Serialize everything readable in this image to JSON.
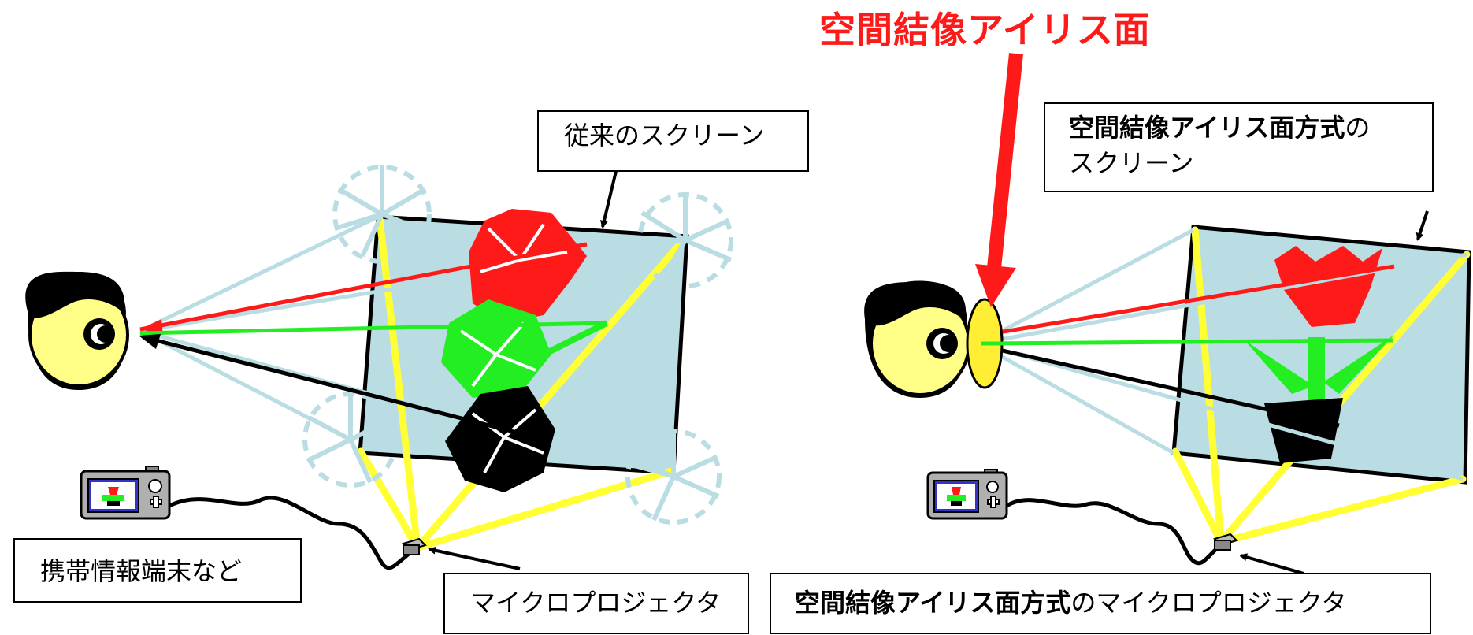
{
  "title": "空間結像アイリス面",
  "left_panel": {
    "screen_label": "従来のスクリーン",
    "device_label": "携帯情報端末など",
    "projector_label": "マイクロプロジェクタ"
  },
  "right_panel": {
    "screen_label_bold": "空間結像アイリス面方式",
    "screen_label_rest1": "の",
    "screen_label_rest2": "スクリーン",
    "projector_label_bold": "空間結像アイリス面方式",
    "projector_label_rest": "のマイクロプロジェクタ"
  },
  "colors": {
    "title": "#ff1a1a",
    "screen_fill": "#b9dde2",
    "projector_ray": "#ffff33",
    "reflected_ray": "#b9dde2",
    "red_ray": "#ff1a1a",
    "green_ray": "#22ee22",
    "black_ray": "#000000",
    "face": "#ffff88",
    "iris_plane": "#ffee33"
  },
  "icons": [
    "face-icon",
    "handheld-device-icon",
    "micro-projector-icon",
    "tulip-image-icon"
  ]
}
